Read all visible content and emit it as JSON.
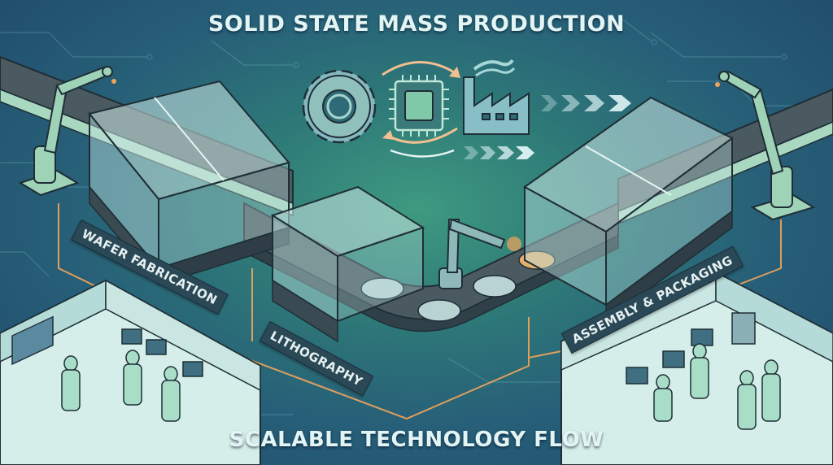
{
  "header": {
    "title": "SOLID STATE MASS PRODUCTION"
  },
  "footer": {
    "title": "SCALABLE TECHNOLOGY FLOW"
  },
  "stages": [
    {
      "label": "WAFER FABRICATION"
    },
    {
      "label": "LITHOGRAPHY"
    },
    {
      "label": "ASSEMBLY & PACKAGING"
    }
  ],
  "icons": [
    "gear-icon",
    "microchip-icon",
    "factory-icon",
    "cycle-arrows-icon",
    "chevron-arrows-icon"
  ],
  "colors": {
    "background_top": "#1f4a6a",
    "background_center": "#3f9a80",
    "accent_orange": "#f0a050",
    "label_bg": "#2b4856",
    "text_light": "#e3f4f4",
    "glass": "#bfe3e0",
    "conveyor": "#4a5a60"
  }
}
